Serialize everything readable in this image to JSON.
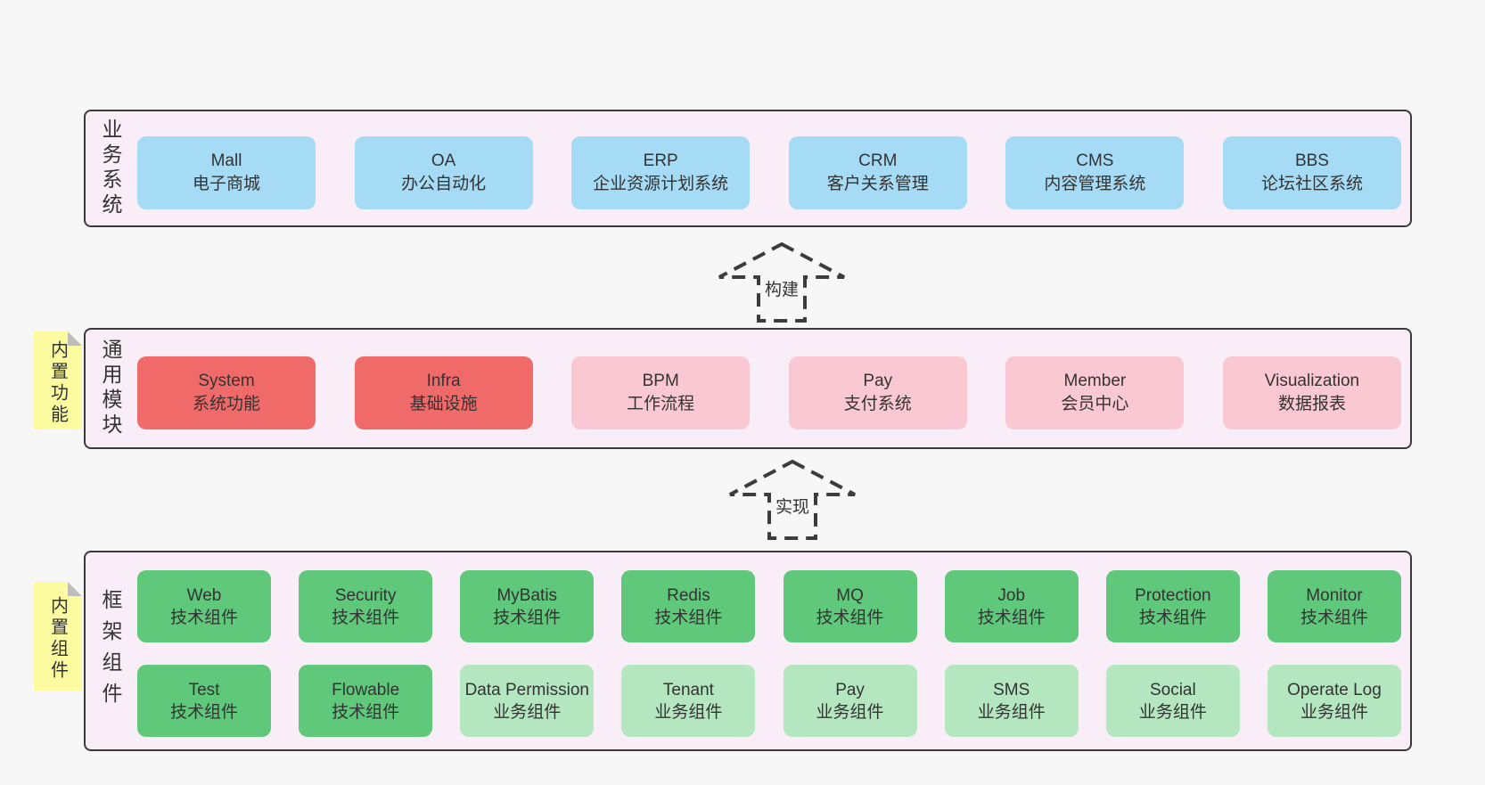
{
  "colors": {
    "page_bg": "#f7f7f7",
    "panel_bg": "#f9eef7",
    "panel_border": "#3a3a3a",
    "business_box": "#a6dbf5",
    "core_module_box": "#f16a6a",
    "optional_module_box": "#f9c8d2",
    "tech_component_box": "#5fc87b",
    "biz_component_box": "#b4e6bf",
    "sticky_note": "#fcfb9f",
    "text": "#333333"
  },
  "arrows": [
    {
      "label": "构建"
    },
    {
      "label": "实现"
    }
  ],
  "sections": {
    "business": {
      "label": "业务系统",
      "items": [
        {
          "name": "Mall",
          "subtitle": "电子商城"
        },
        {
          "name": "OA",
          "subtitle": "办公自动化"
        },
        {
          "name": "ERP",
          "subtitle": "企业资源计划系统"
        },
        {
          "name": "CRM",
          "subtitle": "客户关系管理"
        },
        {
          "name": "CMS",
          "subtitle": "内容管理系统"
        },
        {
          "name": "BBS",
          "subtitle": "论坛社区系统"
        }
      ]
    },
    "modules": {
      "label": "通用模块",
      "note": "内置功能",
      "items": [
        {
          "name": "System",
          "subtitle": "系统功能"
        },
        {
          "name": "Infra",
          "subtitle": "基础设施"
        },
        {
          "name": "BPM",
          "subtitle": "工作流程"
        },
        {
          "name": "Pay",
          "subtitle": "支付系统"
        },
        {
          "name": "Member",
          "subtitle": "会员中心"
        },
        {
          "name": "Visualization",
          "subtitle": "数据报表"
        }
      ]
    },
    "components": {
      "label": "框架组件",
      "note": "内置组件",
      "row1": [
        {
          "name": "Web",
          "subtitle": "技术组件"
        },
        {
          "name": "Security",
          "subtitle": "技术组件"
        },
        {
          "name": "MyBatis",
          "subtitle": "技术组件"
        },
        {
          "name": "Redis",
          "subtitle": "技术组件"
        },
        {
          "name": "MQ",
          "subtitle": "技术组件"
        },
        {
          "name": "Job",
          "subtitle": "技术组件"
        },
        {
          "name": "Protection",
          "subtitle": "技术组件"
        },
        {
          "name": "Monitor",
          "subtitle": "技术组件"
        }
      ],
      "row2": [
        {
          "name": "Test",
          "subtitle": "技术组件"
        },
        {
          "name": "Flowable",
          "subtitle": "技术组件"
        },
        {
          "name": "Data Permission",
          "subtitle": "业务组件"
        },
        {
          "name": "Tenant",
          "subtitle": "业务组件"
        },
        {
          "name": "Pay",
          "subtitle": "业务组件"
        },
        {
          "name": "SMS",
          "subtitle": "业务组件"
        },
        {
          "name": "Social",
          "subtitle": "业务组件"
        },
        {
          "name": "Operate Log",
          "subtitle": "业务组件"
        }
      ]
    }
  }
}
